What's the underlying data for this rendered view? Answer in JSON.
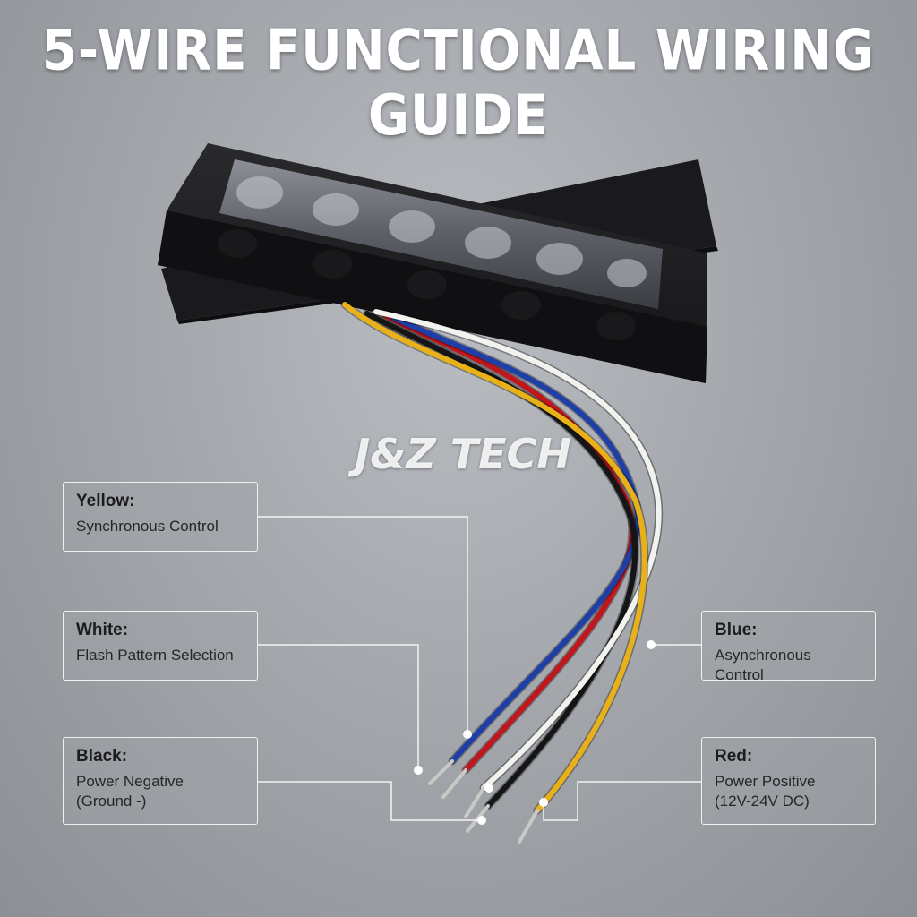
{
  "title": "5-WIRE FUNCTIONAL WIRING GUIDE",
  "brand": "J&Z TECH",
  "wires": [
    {
      "color_name": "Yellow:",
      "function": "Synchronous Control",
      "hex": "#e9b118"
    },
    {
      "color_name": "White:",
      "function": "Flash Pattern Selection",
      "hex": "#f2f2ef"
    },
    {
      "color_name": "Black:",
      "function": "Power Negative\n(Ground -)",
      "hex": "#151515"
    },
    {
      "color_name": "Blue:",
      "function": "Asynchronous Control",
      "hex": "#1f3fa8"
    },
    {
      "color_name": "Red:",
      "function": "Power Positive\n(12V-24V DC)",
      "hex": "#c0161c"
    }
  ],
  "colors": {
    "housing": "#1e1e20",
    "lens": "#6d7076",
    "callout_border": "#eef0f2",
    "leader_line": "#f4f4f4"
  }
}
